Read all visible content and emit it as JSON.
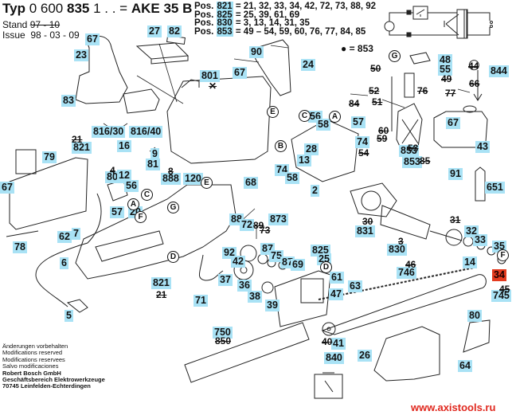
{
  "header": {
    "typ_prefix": "Typ",
    "typ_number_light": "0 600",
    "typ_number_bold": "835",
    "typ_suffix": "1 . . =",
    "model": "AKE 35 B",
    "stand_label": "Stand",
    "stand_value_struck": "97 - 10",
    "issue_label": "Issue",
    "issue_value": "98 - 03 - 09"
  },
  "positions_legend": [
    {
      "prefix": "Pos.",
      "number": "821",
      "contents": "= 21, 32, 33, 34, 42, 72, 73, 88, 92"
    },
    {
      "prefix": "Pos.",
      "number": "825",
      "contents": "= 25, 39, 61, 69"
    },
    {
      "prefix": "Pos.",
      "number": "830",
      "contents": "= 3, 13, 14, 31, 35"
    },
    {
      "prefix": "Pos.",
      "number": "853",
      "contents": "= 49 – 54, 59, 60, 76, 77, 84, 85"
    }
  ],
  "bullet_legend": "● = 853",
  "highlight_color": "#a9e2f5",
  "selected_color": "#e43b1f",
  "part_labels": [
    {
      "id": "27",
      "text": "27"
    },
    {
      "id": "82",
      "text": "82"
    },
    {
      "id": "67a",
      "text": "67"
    },
    {
      "id": "23",
      "text": "23"
    },
    {
      "id": "90",
      "text": "90"
    },
    {
      "id": "24",
      "text": "24"
    },
    {
      "id": "801",
      "text": "801"
    },
    {
      "id": "67b",
      "text": "67"
    },
    {
      "id": "83",
      "text": "83"
    },
    {
      "id": "816-30",
      "text": "816/30"
    },
    {
      "id": "816-40",
      "text": "816/40"
    },
    {
      "id": "16",
      "text": "16"
    },
    {
      "id": "9",
      "text": "9"
    },
    {
      "id": "81",
      "text": "81"
    },
    {
      "id": "821a",
      "text": "821"
    },
    {
      "id": "79",
      "text": "79"
    },
    {
      "id": "888",
      "text": "888"
    },
    {
      "id": "120",
      "text": "120"
    },
    {
      "id": "804",
      "text": "804"
    },
    {
      "id": "12",
      "text": "12"
    },
    {
      "id": "56a",
      "text": "56"
    },
    {
      "id": "57a",
      "text": "57"
    },
    {
      "id": "20",
      "text": "20"
    },
    {
      "id": "67c",
      "text": "67"
    },
    {
      "id": "68",
      "text": "68"
    },
    {
      "id": "78",
      "text": "78"
    },
    {
      "id": "62",
      "text": "62"
    },
    {
      "id": "7",
      "text": "7"
    },
    {
      "id": "6",
      "text": "6"
    },
    {
      "id": "5",
      "text": "5"
    },
    {
      "id": "56b",
      "text": "56"
    },
    {
      "id": "58a",
      "text": "58"
    },
    {
      "id": "28",
      "text": "28"
    },
    {
      "id": "13",
      "text": "13"
    },
    {
      "id": "74a",
      "text": "74"
    },
    {
      "id": "58b",
      "text": "58"
    },
    {
      "id": "2",
      "text": "2"
    },
    {
      "id": "853a",
      "text": "853"
    },
    {
      "id": "48",
      "text": "48"
    },
    {
      "id": "55",
      "text": "55"
    },
    {
      "id": "844",
      "text": "844"
    },
    {
      "id": "57b",
      "text": "57"
    },
    {
      "id": "74b",
      "text": "74"
    },
    {
      "id": "67d",
      "text": "67"
    },
    {
      "id": "853b",
      "text": "853"
    },
    {
      "id": "43",
      "text": "43"
    },
    {
      "id": "91",
      "text": "91"
    },
    {
      "id": "651",
      "text": "651"
    },
    {
      "id": "88",
      "text": "88"
    },
    {
      "id": "72",
      "text": "72"
    },
    {
      "id": "873",
      "text": "873"
    },
    {
      "id": "92",
      "text": "92"
    },
    {
      "id": "42",
      "text": "42"
    },
    {
      "id": "87a",
      "text": "87"
    },
    {
      "id": "75",
      "text": "75"
    },
    {
      "id": "87b",
      "text": "87"
    },
    {
      "id": "69",
      "text": "69"
    },
    {
      "id": "37",
      "text": "37"
    },
    {
      "id": "36",
      "text": "36"
    },
    {
      "id": "38",
      "text": "38"
    },
    {
      "id": "39",
      "text": "39"
    },
    {
      "id": "71",
      "text": "71"
    },
    {
      "id": "821b",
      "text": "821"
    },
    {
      "id": "825",
      "text": "825"
    },
    {
      "id": "25",
      "text": "25"
    },
    {
      "id": "61",
      "text": "61"
    },
    {
      "id": "47",
      "text": "47"
    },
    {
      "id": "63",
      "text": "63"
    },
    {
      "id": "831",
      "text": "831"
    },
    {
      "id": "830",
      "text": "830"
    },
    {
      "id": "32",
      "text": "32"
    },
    {
      "id": "33",
      "text": "33"
    },
    {
      "id": "35",
      "text": "35"
    },
    {
      "id": "14",
      "text": "14"
    },
    {
      "id": "34",
      "text": "34",
      "selected": true
    },
    {
      "id": "746",
      "text": "746"
    },
    {
      "id": "745",
      "text": "745"
    },
    {
      "id": "750",
      "text": "750"
    },
    {
      "id": "80",
      "text": "80"
    },
    {
      "id": "41",
      "text": "41"
    },
    {
      "id": "840",
      "text": "840"
    },
    {
      "id": "26",
      "text": "26"
    },
    {
      "id": "64",
      "text": "64"
    }
  ],
  "struck_labels": [
    {
      "id": "21a",
      "text": "21"
    },
    {
      "id": "8",
      "text": "8"
    },
    {
      "id": "4",
      "text": "4"
    },
    {
      "id": "x801",
      "text": "✕"
    },
    {
      "id": "50",
      "text": "50"
    },
    {
      "id": "49",
      "text": "49"
    },
    {
      "id": "52",
      "text": "52"
    },
    {
      "id": "76",
      "text": "76"
    },
    {
      "id": "77",
      "text": "77"
    },
    {
      "id": "44",
      "text": "44"
    },
    {
      "id": "66",
      "text": "66"
    },
    {
      "id": "84",
      "text": "84"
    },
    {
      "id": "51",
      "text": "51"
    },
    {
      "id": "60",
      "text": "60"
    },
    {
      "id": "59",
      "text": "59"
    },
    {
      "id": "54",
      "text": "54"
    },
    {
      "id": "53",
      "text": "53"
    },
    {
      "id": "85",
      "text": "85"
    },
    {
      "id": "30",
      "text": "30"
    },
    {
      "id": "3",
      "text": "3"
    },
    {
      "id": "31",
      "text": "31"
    },
    {
      "id": "46",
      "text": "46"
    },
    {
      "id": "45",
      "text": "45"
    },
    {
      "id": "73",
      "text": "73"
    },
    {
      "id": "89",
      "text": "89"
    },
    {
      "id": "21b",
      "text": "21"
    },
    {
      "id": "850",
      "text": "850"
    },
    {
      "id": "40",
      "text": "40"
    }
  ],
  "reference_markers": [
    "G",
    "E",
    "C",
    "B",
    "A",
    "F",
    "E",
    "D",
    "D",
    "G",
    "A",
    "C",
    "F"
  ],
  "footer": {
    "lines": [
      "Änderungen vorbehalten",
      "Modifications reserved",
      "Modifications reservees",
      "Salvo modificaciones"
    ],
    "company": "Robert Bosch GmbH",
    "division": "Geschäftsbereich Elektrowerkzeuge",
    "address": "70745 Leinfelden-Echterdingen"
  },
  "watermark": "www.axistools.ru"
}
